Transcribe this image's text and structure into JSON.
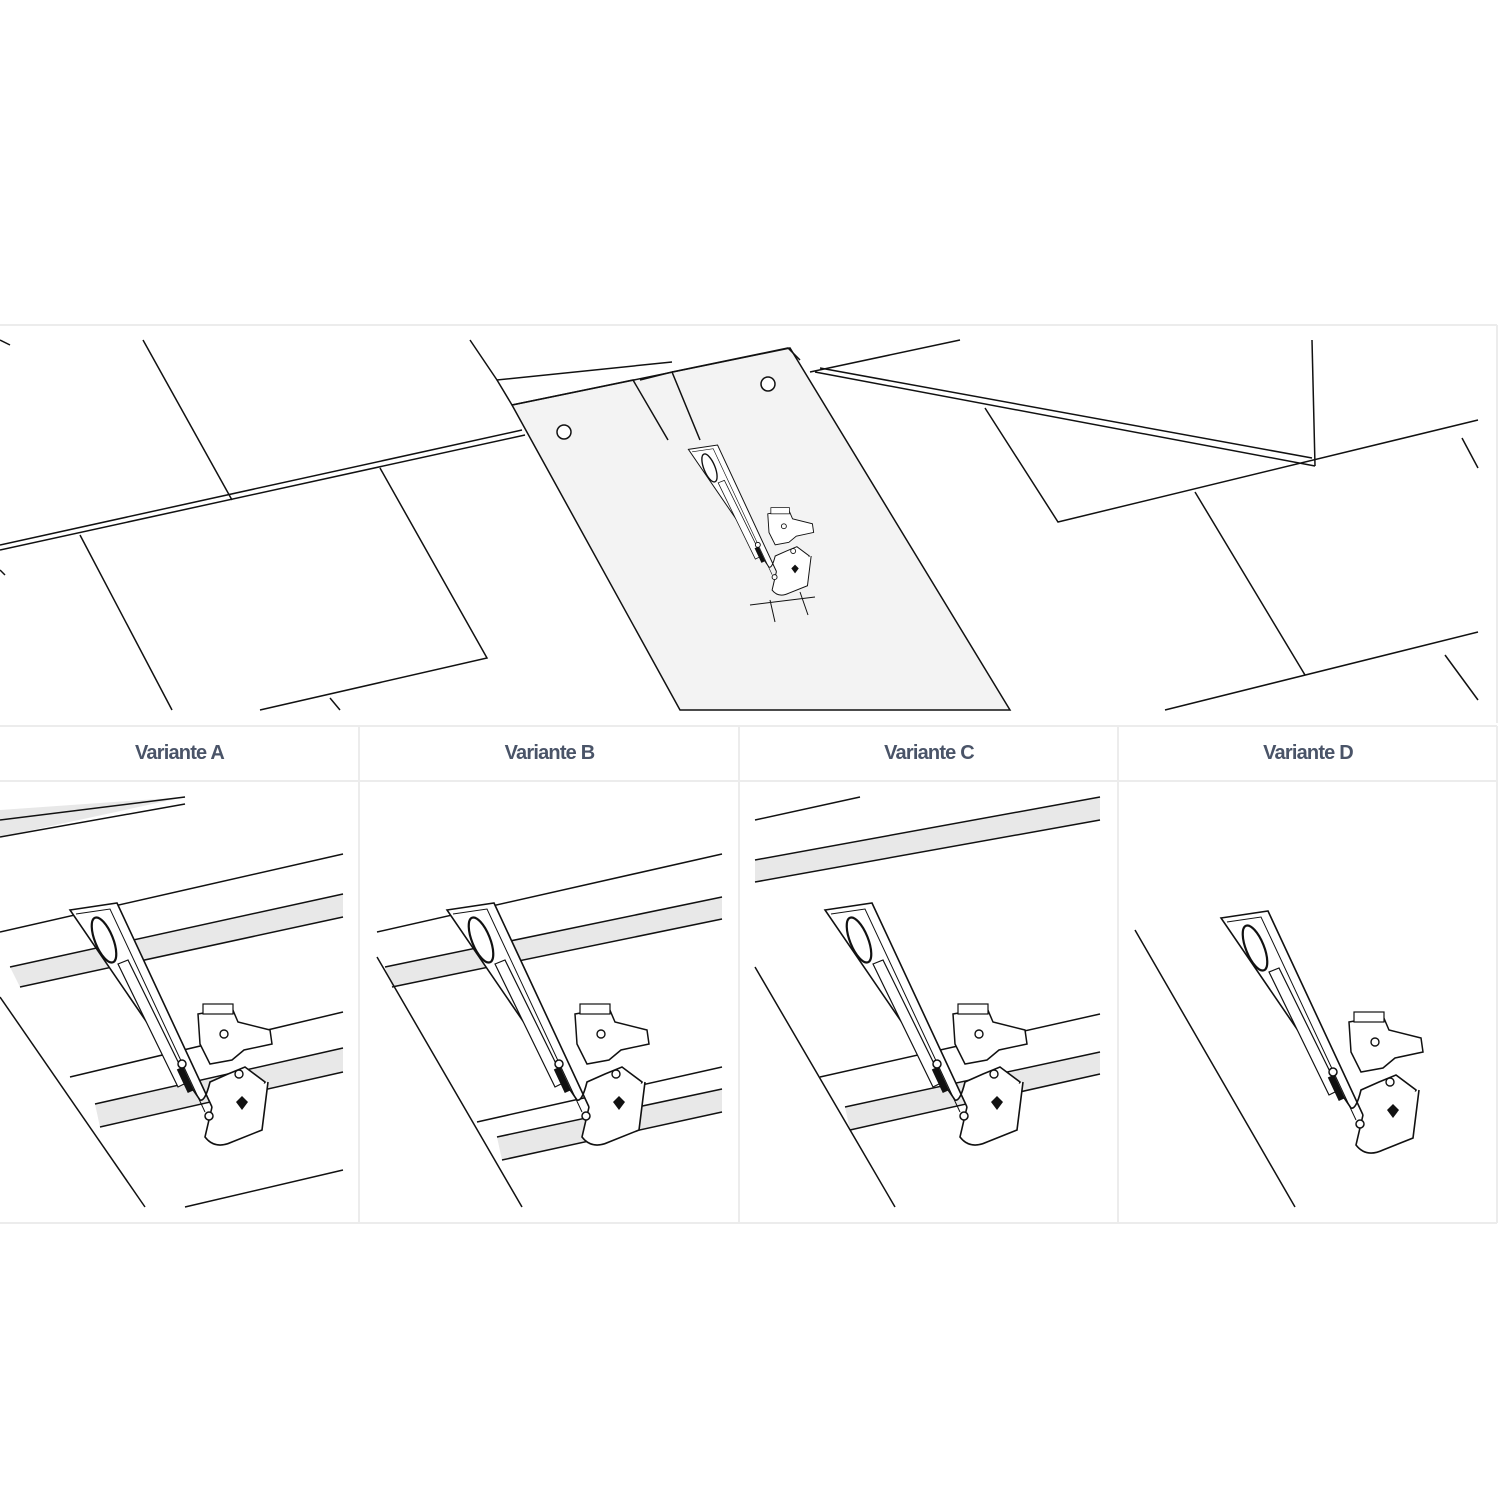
{
  "variants": [
    {
      "label": "Variante A"
    },
    {
      "label": "Variante B"
    },
    {
      "label": "Variante C"
    },
    {
      "label": "Variante D"
    }
  ],
  "colors": {
    "header_text": "#4a5468",
    "grid": "#ececec",
    "shade": "#e8e8e8",
    "flashing": "#f3f3f3"
  }
}
